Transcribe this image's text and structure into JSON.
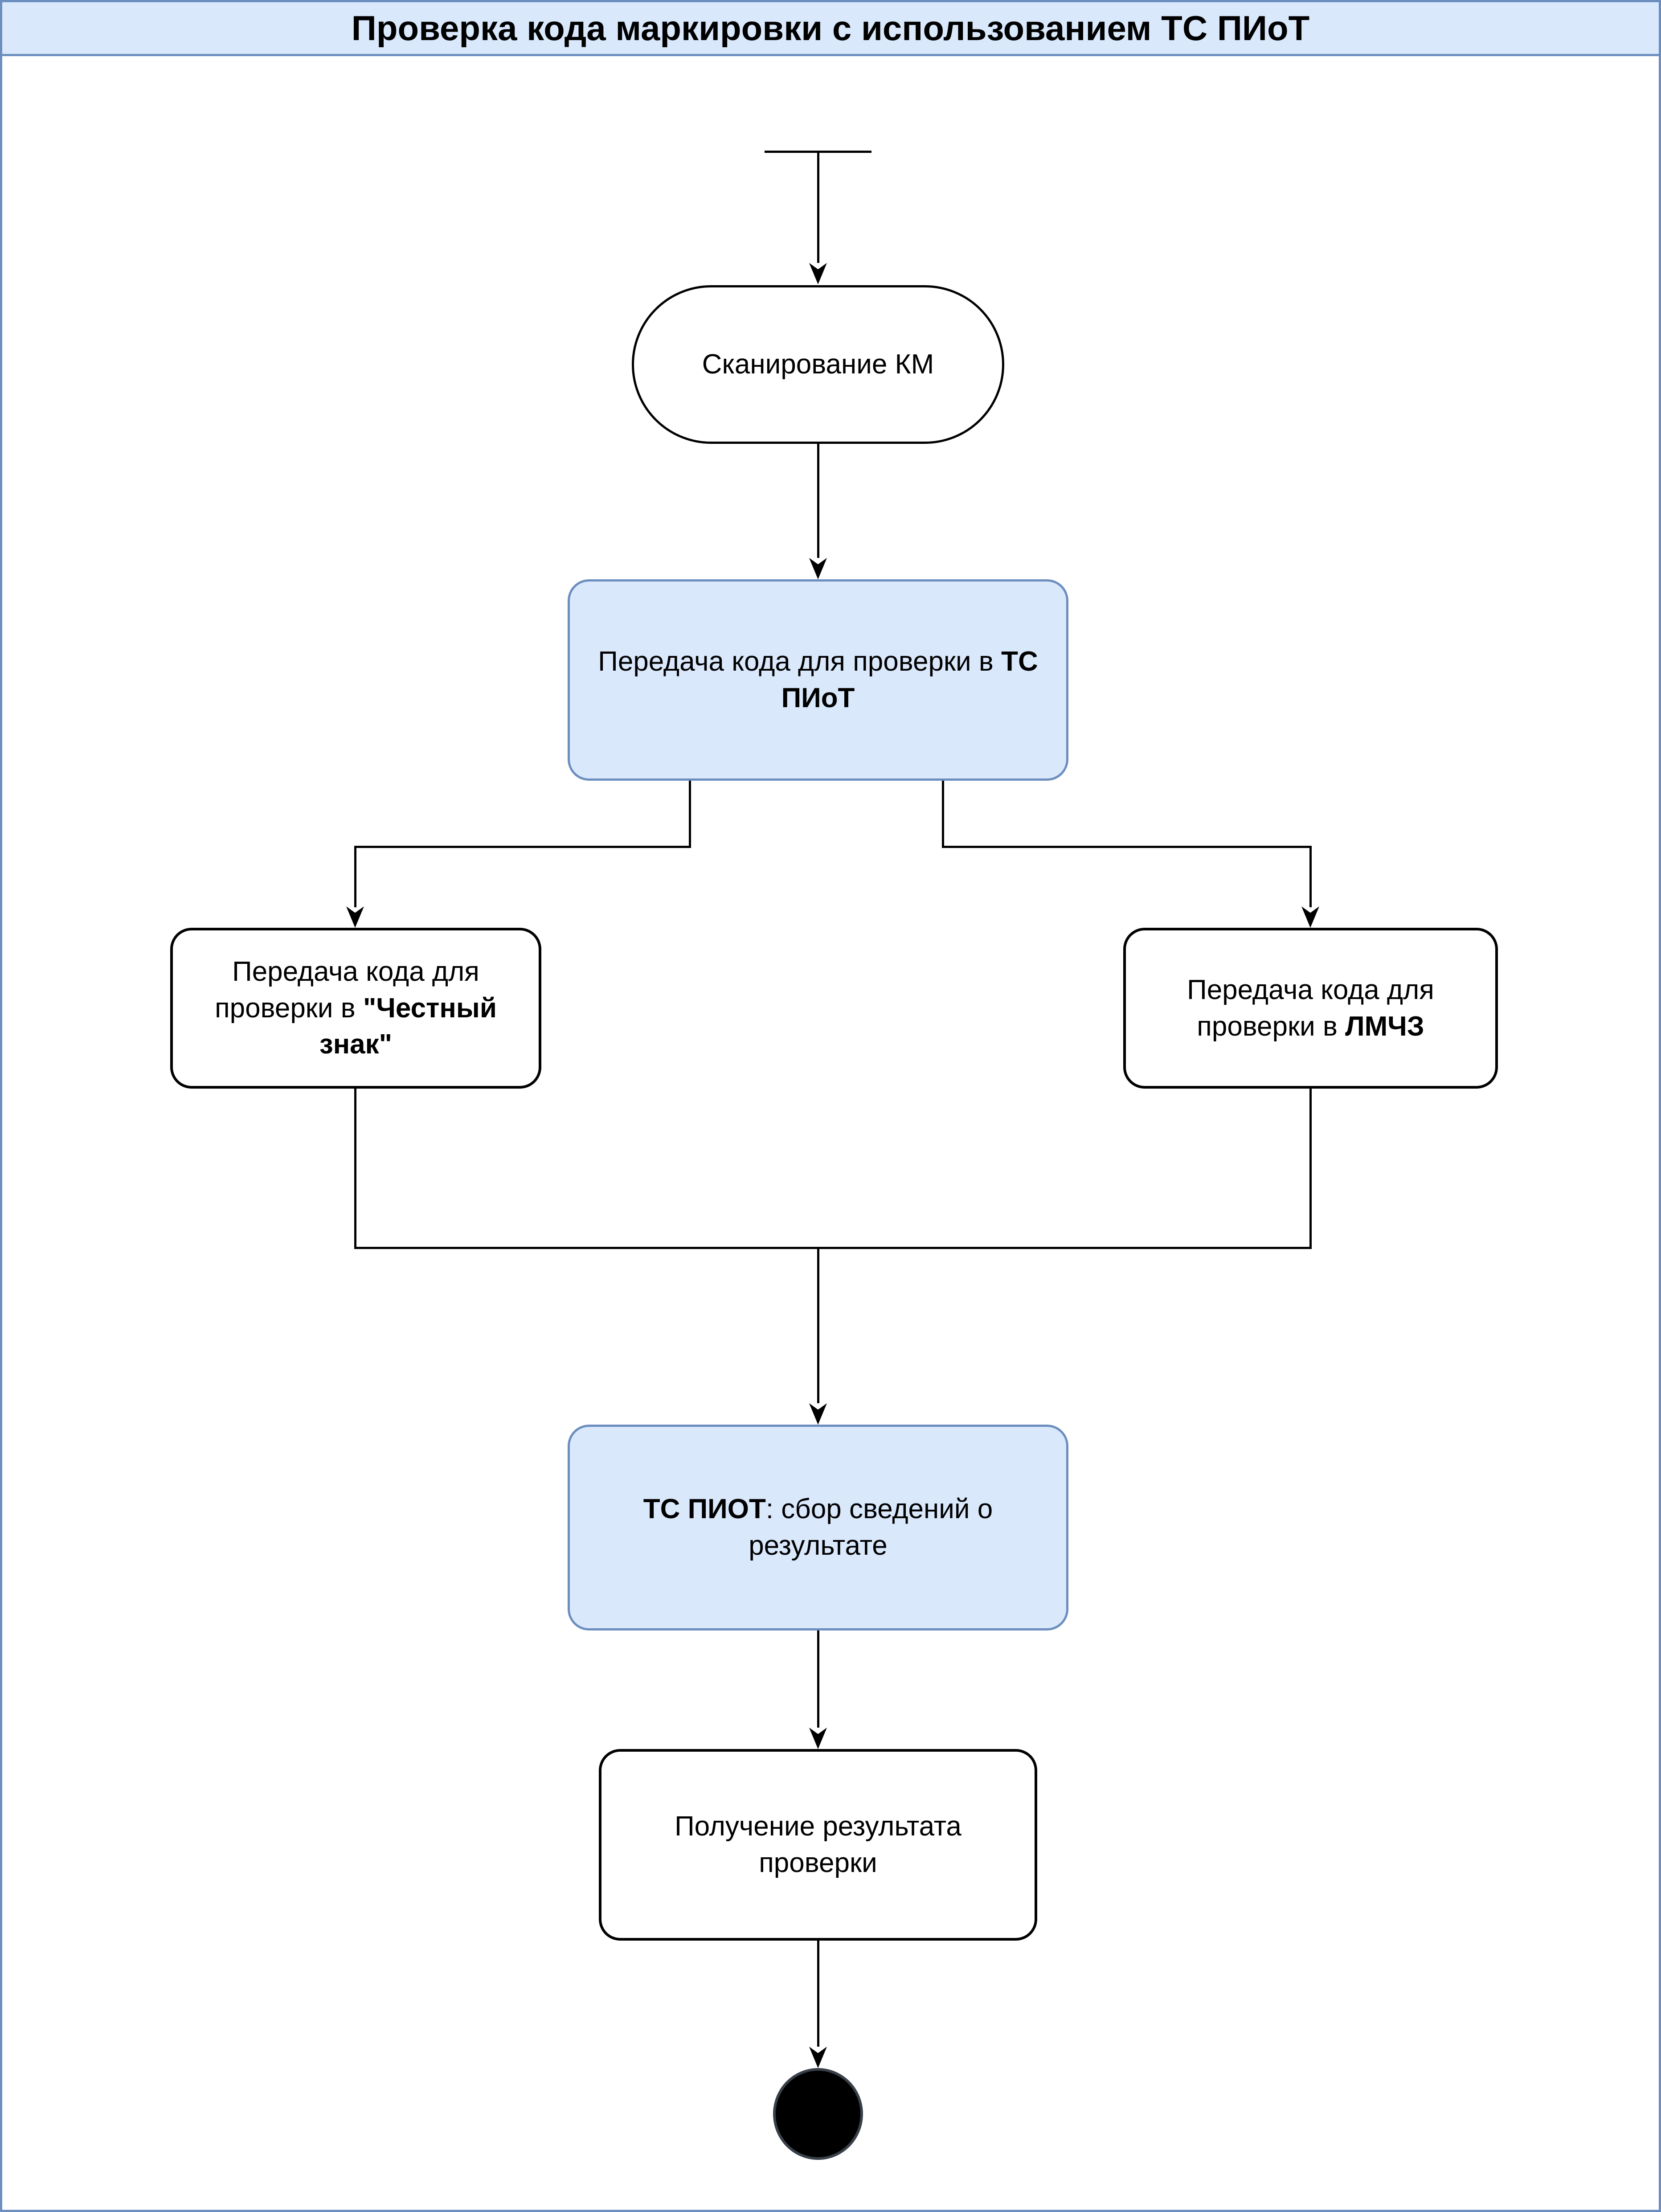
{
  "title": "Проверка кода маркировки с использованием ТС ПИоТ",
  "colors": {
    "frame_border": "#6c8ebf",
    "title_fill": "#dae8fc",
    "blue_node_fill": "#dae8fc",
    "blue_node_border": "#6c8ebf",
    "white_node_fill": "#ffffff",
    "white_node_border": "#000000",
    "line_color": "#000000",
    "end_node_fill": "#000000"
  },
  "nodes": {
    "scan": {
      "lines": [
        [
          {
            "text": "Сканирование КМ",
            "bold": false
          }
        ]
      ]
    },
    "transfer_piot": {
      "lines": [
        [
          {
            "text": "Передача кода для проверки в ",
            "bold": false
          },
          {
            "text": "ТС",
            "bold": true
          }
        ],
        [
          {
            "text": "ПИоТ",
            "bold": true
          }
        ]
      ]
    },
    "transfer_chestny_znak": {
      "lines": [
        [
          {
            "text": "Передача кода для",
            "bold": false
          }
        ],
        [
          {
            "text": "проверки в ",
            "bold": false
          },
          {
            "text": "\"Честный",
            "bold": true
          }
        ],
        [
          {
            "text": "знак\"",
            "bold": true
          }
        ]
      ]
    },
    "transfer_lmchz": {
      "lines": [
        [
          {
            "text": "Передача кода для",
            "bold": false
          }
        ],
        [
          {
            "text": "проверки в ",
            "bold": false
          },
          {
            "text": "ЛМЧЗ",
            "bold": true
          }
        ]
      ]
    },
    "collect_results": {
      "lines": [
        [
          {
            "text": "ТС ПИОТ",
            "bold": true
          },
          {
            "text": ": сбор сведений о",
            "bold": false
          }
        ],
        [
          {
            "text": "результате",
            "bold": false
          }
        ]
      ]
    },
    "get_result": {
      "lines": [
        [
          {
            "text": "Получение результата",
            "bold": false
          }
        ],
        [
          {
            "text": "проверки",
            "bold": false
          }
        ]
      ]
    }
  }
}
